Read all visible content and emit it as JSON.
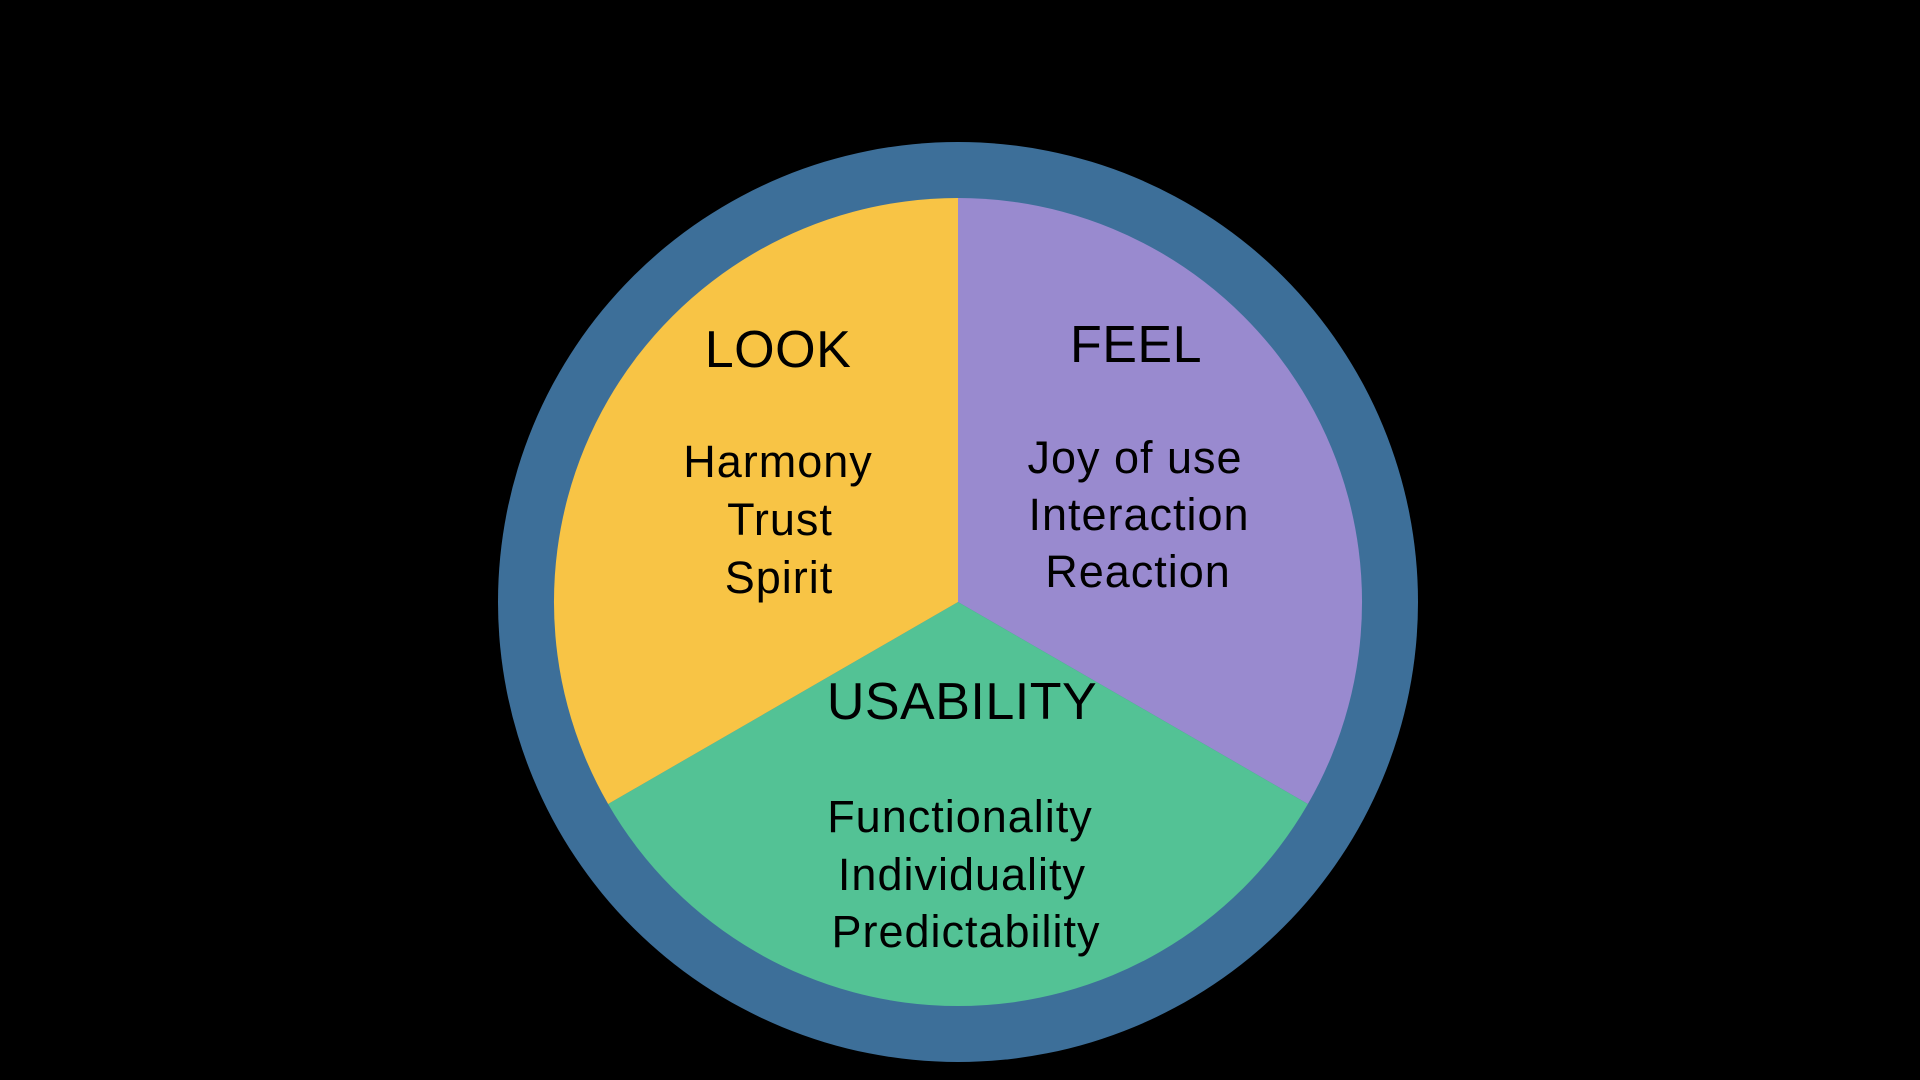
{
  "page": {
    "background": "#000000"
  },
  "colors": {
    "ring": "#3D6F99",
    "text": "#000000"
  },
  "chart_data": {
    "type": "pie",
    "title": "",
    "legend": false,
    "segments": [
      {
        "label": "LOOK",
        "value": 33.33,
        "color": "#F8C445",
        "position": "top-left",
        "items": [
          "Harmony",
          "Trust",
          "Spirit"
        ]
      },
      {
        "label": "FEEL",
        "value": 33.33,
        "color": "#998ACF",
        "position": "top-right",
        "items": [
          "Joy of use",
          "Interaction",
          "Reaction"
        ]
      },
      {
        "label": "USABILITY",
        "value": 33.33,
        "color": "#53C295",
        "position": "bottom",
        "items": [
          "Functionality",
          "Individuality",
          "Predictability"
        ]
      }
    ]
  }
}
